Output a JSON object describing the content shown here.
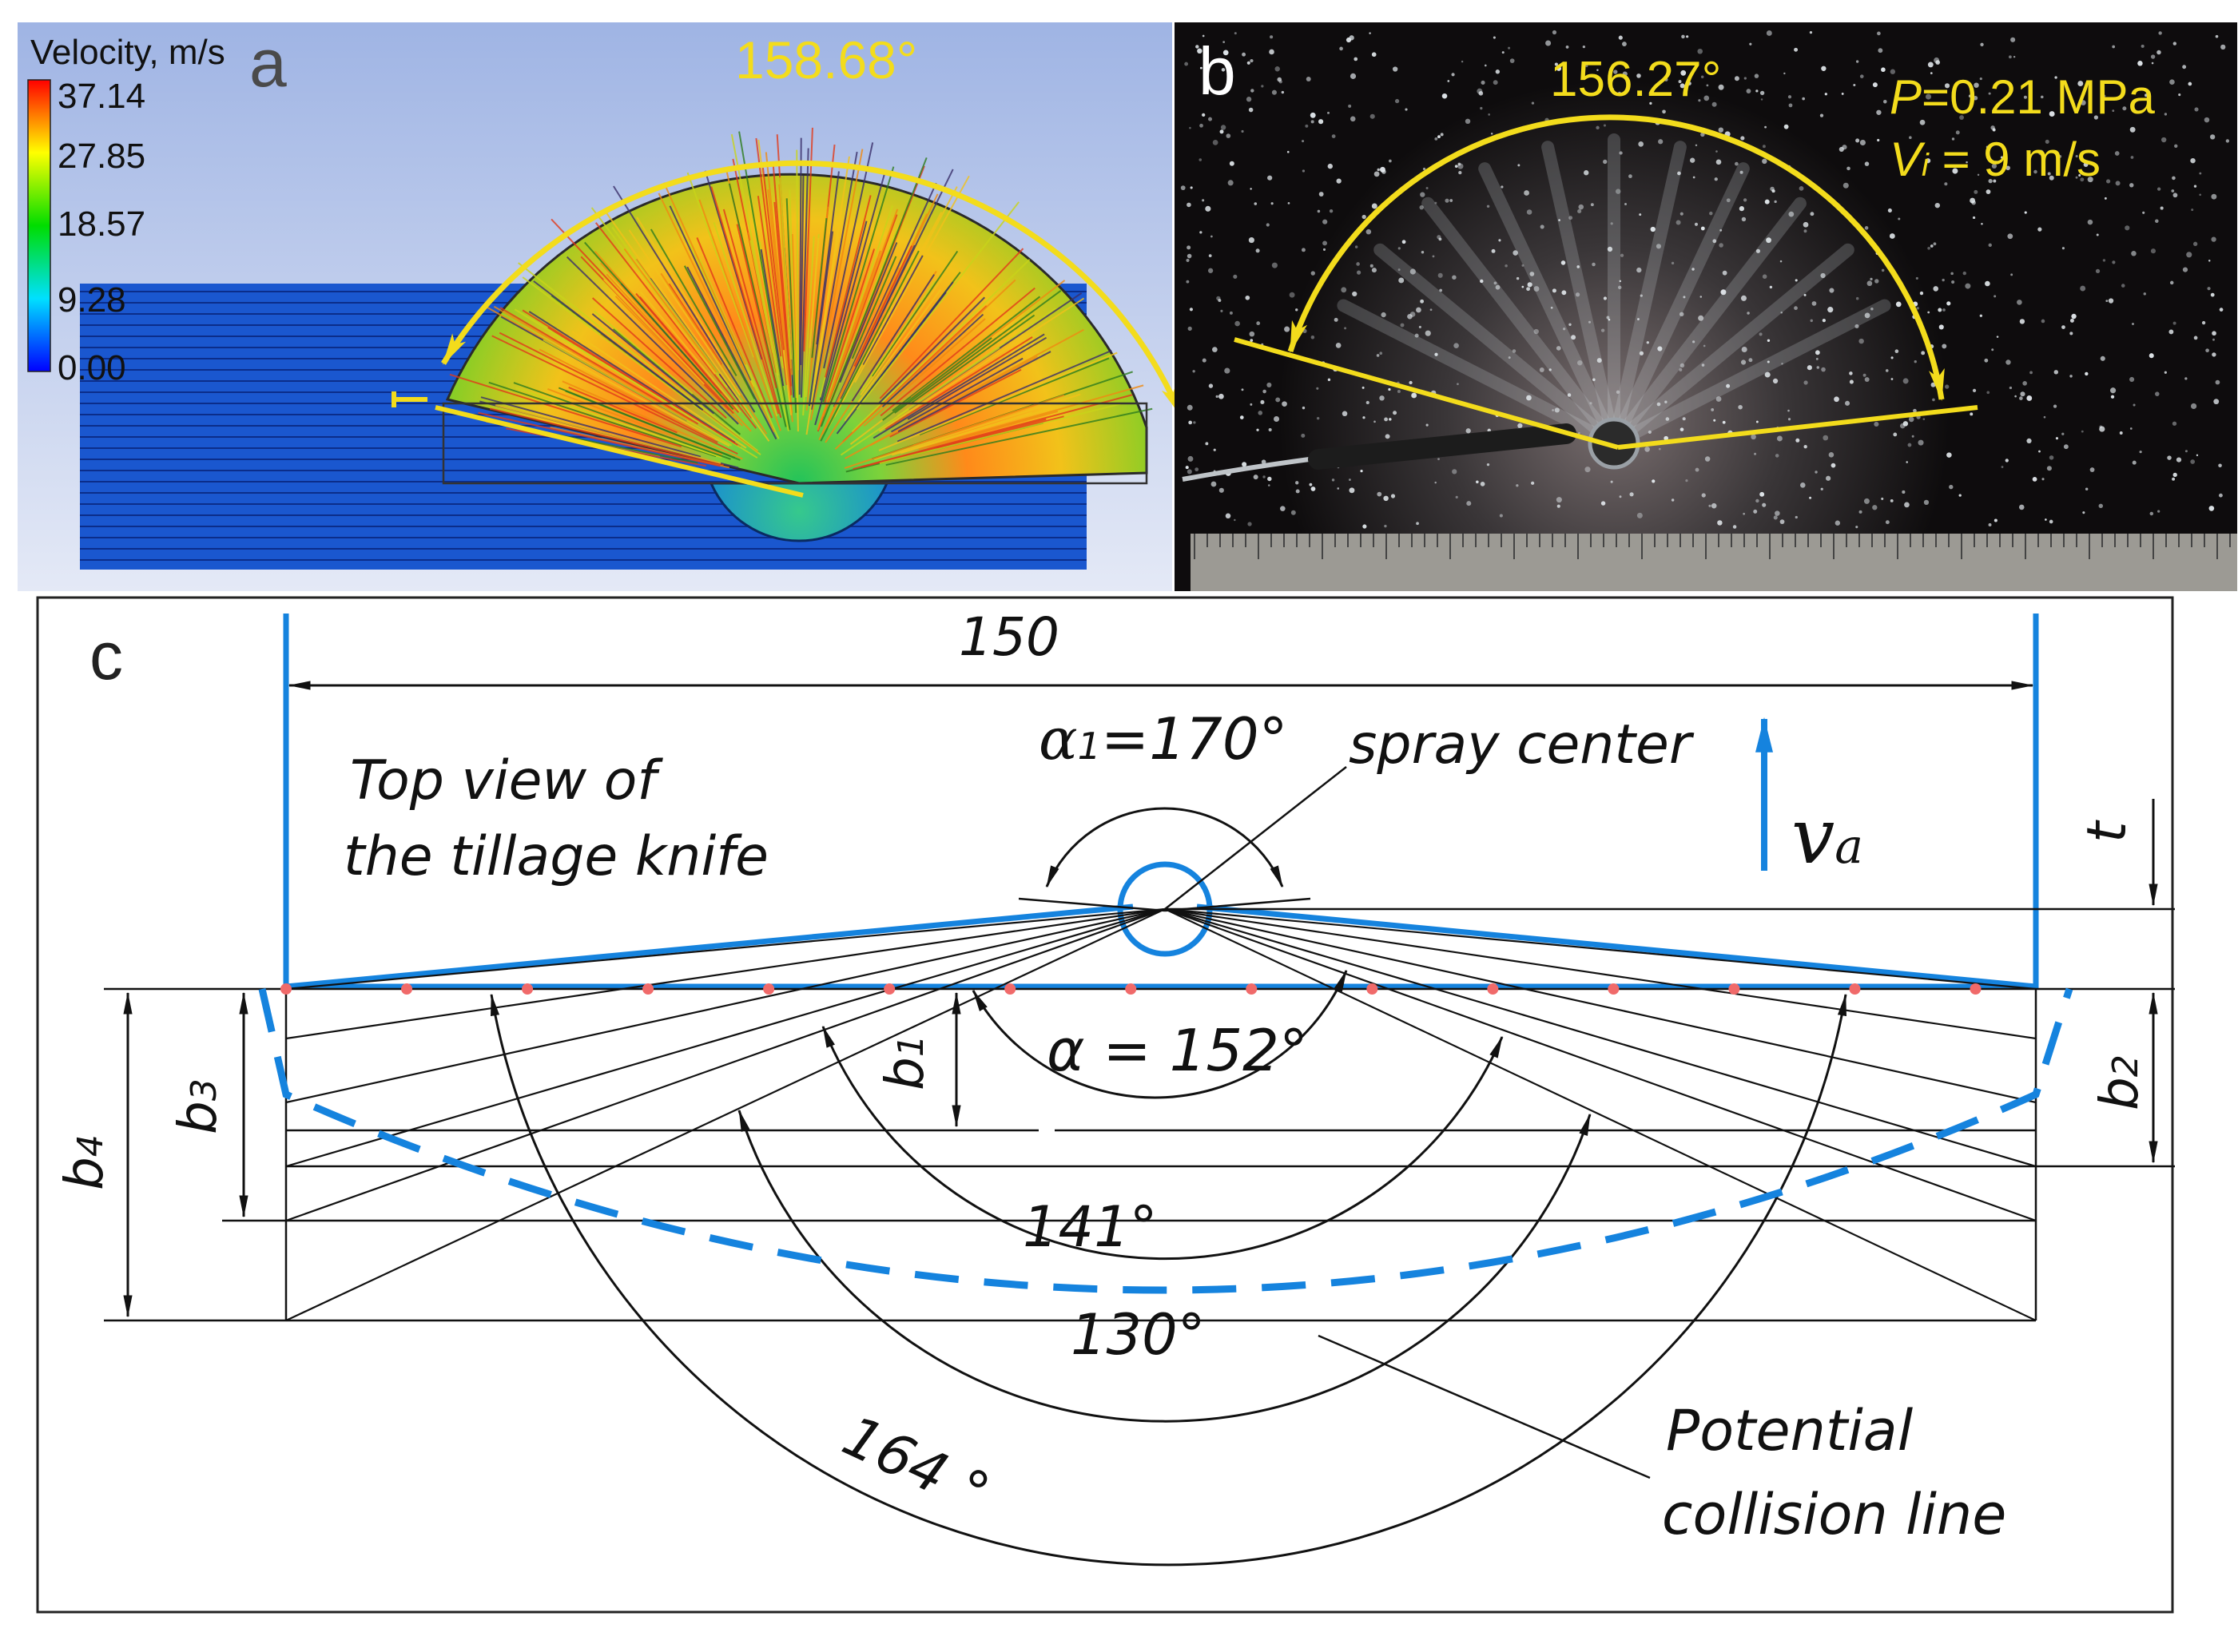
{
  "panel_a": {
    "letter": "a",
    "legend_title": "Velocity, m/s",
    "legend_ticks": [
      "37.14",
      "27.85",
      "18.57",
      "9.28",
      "0.00"
    ],
    "angle_label": "158.68°"
  },
  "panel_b": {
    "letter": "b",
    "angle_label": "156.27°",
    "pressure_var": "P",
    "pressure_rest": "=0.21 MPa",
    "velocity_var": "V",
    "velocity_sub": "i",
    "velocity_rest": " = 9 m/s"
  },
  "panel_c": {
    "letter": "c",
    "width_label": "150",
    "caption_line1": "Top view of",
    "caption_line2": "the tillage knife",
    "alpha1_sym": "α",
    "alpha1_sub": "1",
    "alpha1_rest": "=170°",
    "spray_center": "spray center",
    "va_sym": "v",
    "va_sub": "a",
    "t_label": "t",
    "alpha_label": "α = 152°",
    "angle_141": "141°",
    "angle_130": "130°",
    "angle_164": "164 °",
    "b1": "b",
    "b1_sub": "1",
    "b2": "b",
    "b2_sub": "2",
    "b3": "b",
    "b3_sub": "3",
    "b4": "b",
    "b4_sub": "4",
    "collision_line1": "Potential",
    "collision_line2": "collision line"
  }
}
